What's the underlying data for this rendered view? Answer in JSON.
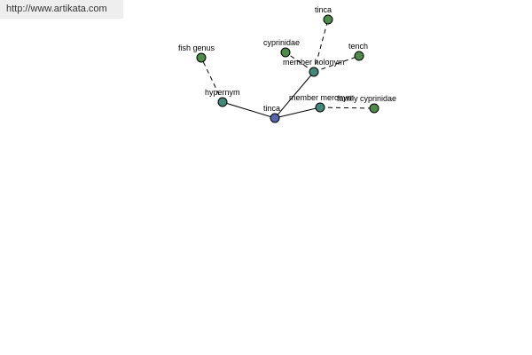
{
  "header": {
    "url": "http://www.artikata.com"
  },
  "colors": {
    "center_node": "#5566aa",
    "relation_node": "#44887a",
    "leaf_node": "#4e8a4a",
    "edge": "#000000",
    "header_bg": "#eeeeee"
  },
  "nodes": [
    {
      "id": "center",
      "label": "tinca",
      "kind": "center"
    },
    {
      "id": "hypernym",
      "label": "hypernym",
      "kind": "relation"
    },
    {
      "id": "member-holonym",
      "label": "member holonym",
      "kind": "relation"
    },
    {
      "id": "member-meronym",
      "label": "member meronym",
      "kind": "relation"
    },
    {
      "id": "fish-genus",
      "label": "fish genus",
      "kind": "leaf"
    },
    {
      "id": "tinca-leaf",
      "label": "tinca",
      "kind": "leaf"
    },
    {
      "id": "cyprinidae",
      "label": "cyprinidae",
      "kind": "leaf"
    },
    {
      "id": "tench",
      "label": "tench",
      "kind": "leaf"
    },
    {
      "id": "family-cyprinidae",
      "label": "family cyprinidae",
      "kind": "leaf"
    }
  ],
  "edges": [
    {
      "from": "center",
      "to": "hypernym",
      "style": "solid"
    },
    {
      "from": "center",
      "to": "member-holonym",
      "style": "solid"
    },
    {
      "from": "center",
      "to": "member-meronym",
      "style": "solid"
    },
    {
      "from": "hypernym",
      "to": "fish-genus",
      "style": "dashed"
    },
    {
      "from": "member-holonym",
      "to": "tinca-leaf",
      "style": "dashed"
    },
    {
      "from": "member-holonym",
      "to": "cyprinidae",
      "style": "dashed"
    },
    {
      "from": "member-holonym",
      "to": "tench",
      "style": "dashed"
    },
    {
      "from": "member-meronym",
      "to": "family-cyprinidae",
      "style": "dashed"
    }
  ]
}
